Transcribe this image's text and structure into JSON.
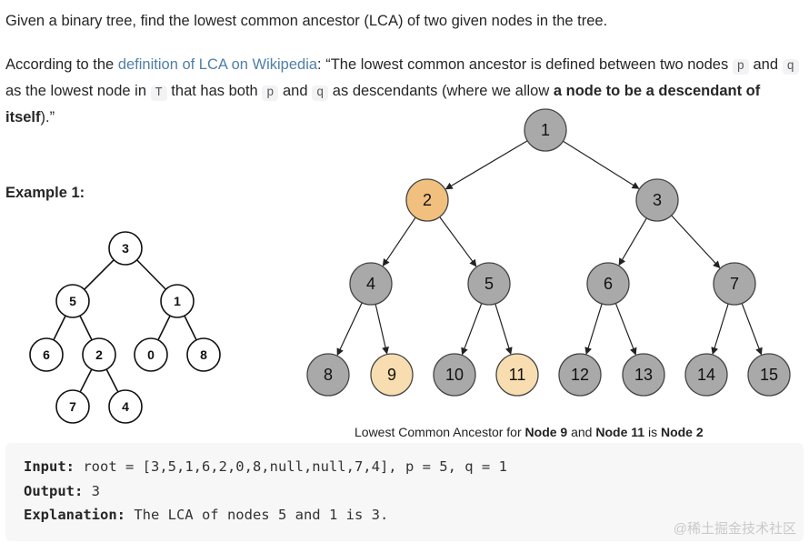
{
  "intro": "Given a binary tree, find the lowest common ancestor (LCA) of two given nodes in the tree.",
  "definition": {
    "lead": "According to the ",
    "link": "definition of LCA on Wikipedia",
    "after_link": ": “The lowest common ancestor is defined between two nodes ",
    "code_p": "p",
    "and_1": " and ",
    "code_q": "q",
    "mid": " as the lowest node in ",
    "code_t": "T",
    "has_both": " that has both ",
    "code_p2": "p",
    "and_2": " and ",
    "code_q2": "q",
    "desc": " as descendants (where we allow ",
    "bold": "a node to be a descendant of itself",
    "end": ").”"
  },
  "example_title": "Example 1:",
  "small_tree": {
    "nodes": [
      "3",
      "5",
      "1",
      "6",
      "2",
      "0",
      "8",
      "7",
      "4"
    ],
    "edges": [
      [
        0,
        1
      ],
      [
        0,
        2
      ],
      [
        1,
        3
      ],
      [
        1,
        4
      ],
      [
        2,
        5
      ],
      [
        2,
        6
      ],
      [
        4,
        7
      ],
      [
        4,
        8
      ]
    ]
  },
  "big_tree": {
    "nodes": [
      "1",
      "2",
      "3",
      "4",
      "5",
      "6",
      "7",
      "8",
      "9",
      "10",
      "11",
      "12",
      "13",
      "14",
      "15"
    ],
    "highlight": {
      "1": "lca",
      "8": "target",
      "10": "target"
    },
    "colors": {
      "normal": "#a9a9a9",
      "lca": "#f2c07e",
      "target": "#f8ddb0"
    },
    "edges": [
      [
        0,
        1
      ],
      [
        0,
        2
      ],
      [
        1,
        3
      ],
      [
        1,
        4
      ],
      [
        2,
        5
      ],
      [
        2,
        6
      ],
      [
        3,
        7
      ],
      [
        3,
        8
      ],
      [
        4,
        9
      ],
      [
        4,
        10
      ],
      [
        5,
        11
      ],
      [
        5,
        12
      ],
      [
        6,
        13
      ],
      [
        6,
        14
      ]
    ]
  },
  "caption": {
    "pre": "Lowest Common Ancestor for ",
    "b1": "Node 9",
    "and": " and ",
    "b2": "Node 11",
    "is": " is ",
    "b3": "Node 2"
  },
  "code": {
    "input_label": "Input:",
    "input_value": " root = [3,5,1,6,2,0,8,null,null,7,4], p = 5, q = 1",
    "output_label": "Output:",
    "output_value": " 3",
    "explanation_label": "Explanation:",
    "explanation_value": " The LCA of nodes 5 and 1 is 3."
  },
  "watermark": "@稀土掘金技术社区"
}
